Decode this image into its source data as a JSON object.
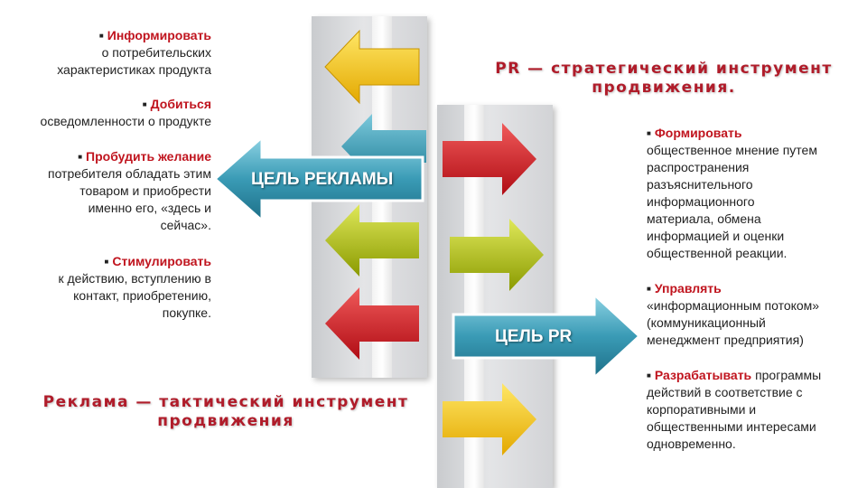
{
  "advertising": {
    "arrow_label": "ЦЕЛЬ РЕКЛАМЫ",
    "caption": [
      "Реклама — тактический инструмент",
      "продвижения"
    ],
    "items": [
      {
        "head": "Информировать",
        "lines": [
          "о потребительских",
          "характеристиках продукта"
        ]
      },
      {
        "head": "Добиться",
        "lines": [
          "осведомленности о продукте"
        ]
      },
      {
        "head": "Пробудить желание",
        "lines": [
          "потребителя обладать этим",
          "товаром и приобрести",
          "именно его, «здесь и",
          "сейчас»."
        ]
      },
      {
        "head": "Стимулировать",
        "lines": [
          "к действию, вступлению в",
          "контакт, приобретению,",
          "покупке."
        ]
      }
    ]
  },
  "pr": {
    "arrow_label": "ЦЕЛЬ PR",
    "caption": [
      "PR — стратегический инструмент",
      "продвижения."
    ],
    "items": [
      {
        "head": "Формировать",
        "lines": [
          "общественное мнение путем",
          "распространения",
          "разъяснительного",
          "информационного",
          "материала, обмена",
          "информацией и оценки",
          "общественной реакции."
        ]
      },
      {
        "head": "Управлять",
        "lines": [
          "«информационным потоком»",
          "(коммуникационный",
          "менеджмент предприятия)"
        ]
      },
      {
        "head": "Разрабатывать",
        "tail": "программы",
        "lines": [
          "действий в соответствие с",
          "корпоративными и",
          "общественными интересами",
          "одновременно."
        ]
      }
    ]
  },
  "colors": {
    "red": "#c0141e",
    "teal": "#2f8fa8",
    "yellow": "#f2c400",
    "olive": "#a8b800",
    "arrow_red": "#d0121c"
  }
}
